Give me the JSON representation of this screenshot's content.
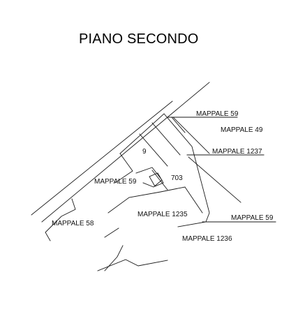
{
  "title": "PIANO SECONDO",
  "labels": {
    "mappale_59_top": "MAPPALE 59",
    "mappale_49": "MAPPALE 49",
    "mappale_1237": "MAPPALE 1237",
    "nine": "9",
    "mappale_59_left": "MAPPALE 59",
    "n703": "703",
    "mappale_58": "MAPPALE 58",
    "mappale_1235": "MAPPALE 1235",
    "mappale_59_right": "MAPPALE 59",
    "mappale_1236": "MAPPALE 1236"
  },
  "colors": {
    "line": "#1a1a1a",
    "text": "#111111",
    "background": "#ffffff"
  }
}
